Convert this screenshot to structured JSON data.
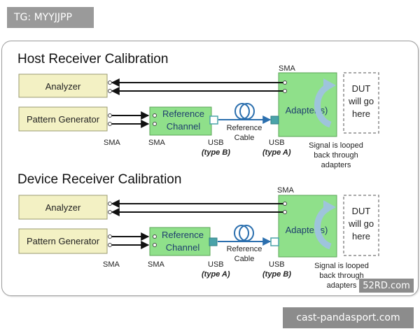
{
  "watermarks": {
    "tag": "TG: MYYJJPP",
    "site52": "52RD.com",
    "cast": "cast-pandasport.com"
  },
  "host": {
    "title": "Host Receiver Calibration",
    "analyzer": "Analyzer",
    "pattern_generator": "Pattern Generator",
    "reference_channel_line1": "Reference",
    "reference_channel_line2": "Channel",
    "reference_cable_line1": "Reference",
    "reference_cable_line2": "Cable",
    "adapter": "Adapter(s)",
    "dut_line1": "DUT",
    "dut_line2": "will go",
    "dut_line3": "here",
    "sma_top": "SMA",
    "sma_pg": "SMA",
    "sma_rc": "SMA",
    "usb_left": "USB",
    "type_left": "(type B)",
    "usb_right": "USB",
    "type_right": "(type A)",
    "loop_line1": "Signal is looped",
    "loop_line2": "back through",
    "loop_line3": "adapters"
  },
  "device": {
    "title": "Device Receiver Calibration",
    "analyzer": "Analyzer",
    "pattern_generator": "Pattern Generator",
    "reference_channel_line1": "Reference",
    "reference_channel_line2": "Channel",
    "reference_cable_line1": "Reference",
    "reference_cable_line2": "Cable",
    "adapter": "Adapter(s)",
    "dut_line1": "DUT",
    "dut_line2": "will go",
    "dut_line3": "here",
    "sma_top": "SMA",
    "sma_pg": "SMA",
    "sma_rc": "SMA",
    "usb_left": "USB",
    "type_left": "(type A)",
    "usb_right": "USB",
    "type_right": "(type B)",
    "loop_line1": "Signal is looped",
    "loop_line2": "back through",
    "loop_line3": "adapters"
  },
  "colors": {
    "yellow_box": "#f3f1c4",
    "green_box": "#8fe08a",
    "dut_border": "#8c8c8c",
    "usb_teal": "#4aa3a9",
    "arrow_blue": "#2b6fae",
    "loop_arrow": "#9ec4dc"
  }
}
